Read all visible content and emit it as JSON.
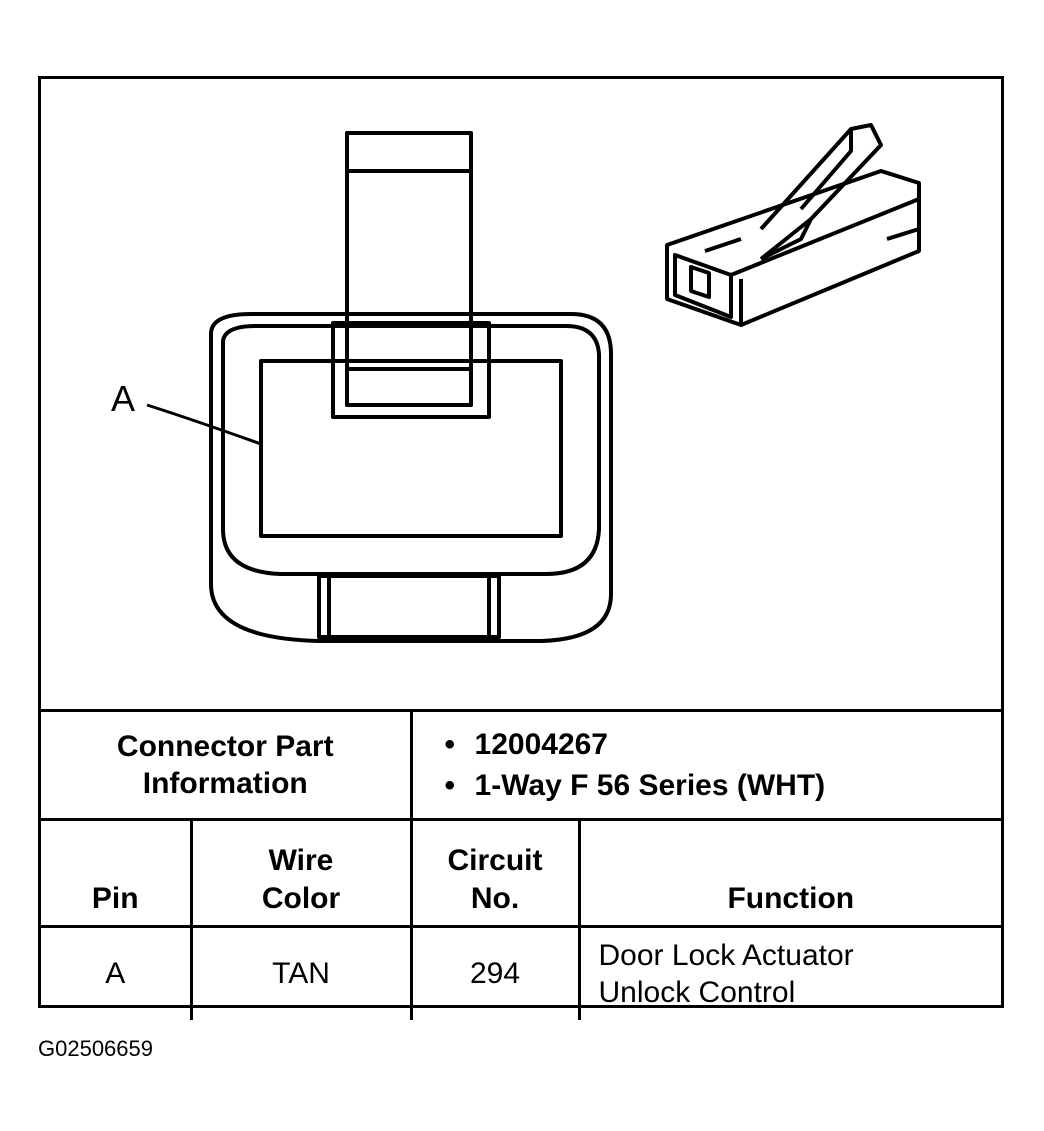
{
  "diagram": {
    "callout_label": "A"
  },
  "connector_info": {
    "label_line1": "Connector Part",
    "label_line2": "Information",
    "part_number": "12004267",
    "description": "1-Way F 56 Series (WHT)"
  },
  "table": {
    "headers": {
      "pin": "Pin",
      "wire_line1": "Wire",
      "wire_line2": "Color",
      "circuit_line1": "Circuit",
      "circuit_line2": "No.",
      "function": "Function"
    },
    "rows": [
      {
        "pin": "A",
        "wire_color": "TAN",
        "circuit": "294",
        "function_line1": "Door Lock Actuator",
        "function_line2": "Unlock Control"
      }
    ]
  },
  "figure_id": "G02506659"
}
